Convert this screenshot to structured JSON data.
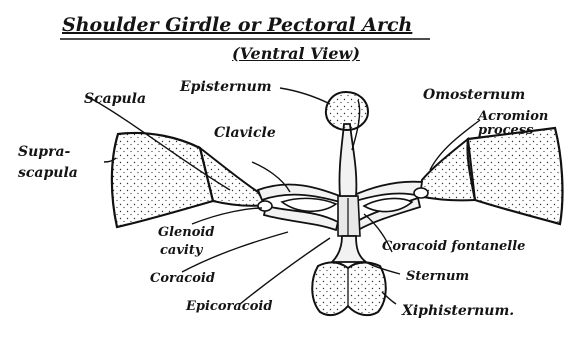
{
  "diagram": {
    "title": "Shoulder Girdle or Pectoral Arch",
    "subtitle": "(Ventral View)",
    "labels": {
      "episternum": "Episternum",
      "omosternum": "Omosternum",
      "scapula": "Scapula",
      "clavicle": "Clavicle",
      "acromion": "Acromion process",
      "suprascapula_1": "Supra-",
      "suprascapula_2": "scapula",
      "glenoid_1": "Glenoid",
      "glenoid_2": "cavity",
      "coracoid": "Coracoid",
      "epicoracoid": "Epicoracoid",
      "coracoid_fontanelle": "Coracoid fontanelle",
      "sternum": "Sternum",
      "xiphisternum": "Xiphisternum."
    }
  }
}
